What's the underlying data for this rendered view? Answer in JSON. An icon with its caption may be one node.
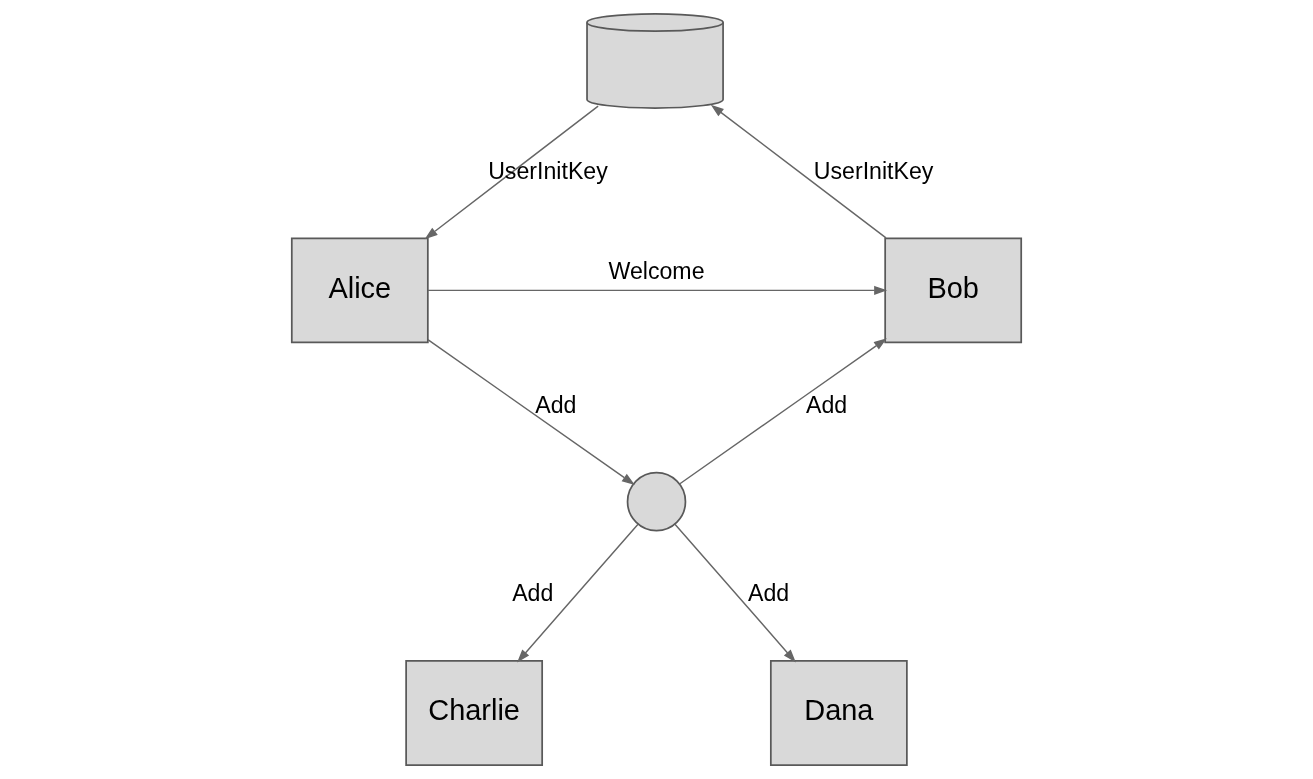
{
  "diagram": {
    "nodes": [
      {
        "text": [],
        "shape": "cylinder"
      },
      {
        "text": [
          "Bob"
        ]
      },
      {
        "text": [
          "Alice"
        ]
      },
      {
        "text": [],
        "shape": "circle"
      },
      {
        "text": [
          "Charlie"
        ]
      },
      {
        "text": [
          "Dana"
        ]
      }
    ],
    "edges": [
      {
        "from": 1,
        "to": 0,
        "arrow": "to",
        "label": "UserInitKey"
      },
      {
        "from": 0,
        "to": 2,
        "arrow": "to",
        "label": "UserInitKey"
      },
      {
        "from": 2,
        "to": 1,
        "arrow": "to",
        "label": "Welcome"
      },
      {
        "from": 2,
        "to": 3,
        "arrow": "to",
        "label": "Add"
      },
      {
        "from": 3,
        "to": 1,
        "arrow": "to",
        "label": "Add"
      },
      {
        "from": 3,
        "to": 4,
        "arrow": "to",
        "label": "Add"
      },
      {
        "from": 3,
        "to": 5,
        "arrow": "to",
        "label": "Add"
      }
    ]
  }
}
